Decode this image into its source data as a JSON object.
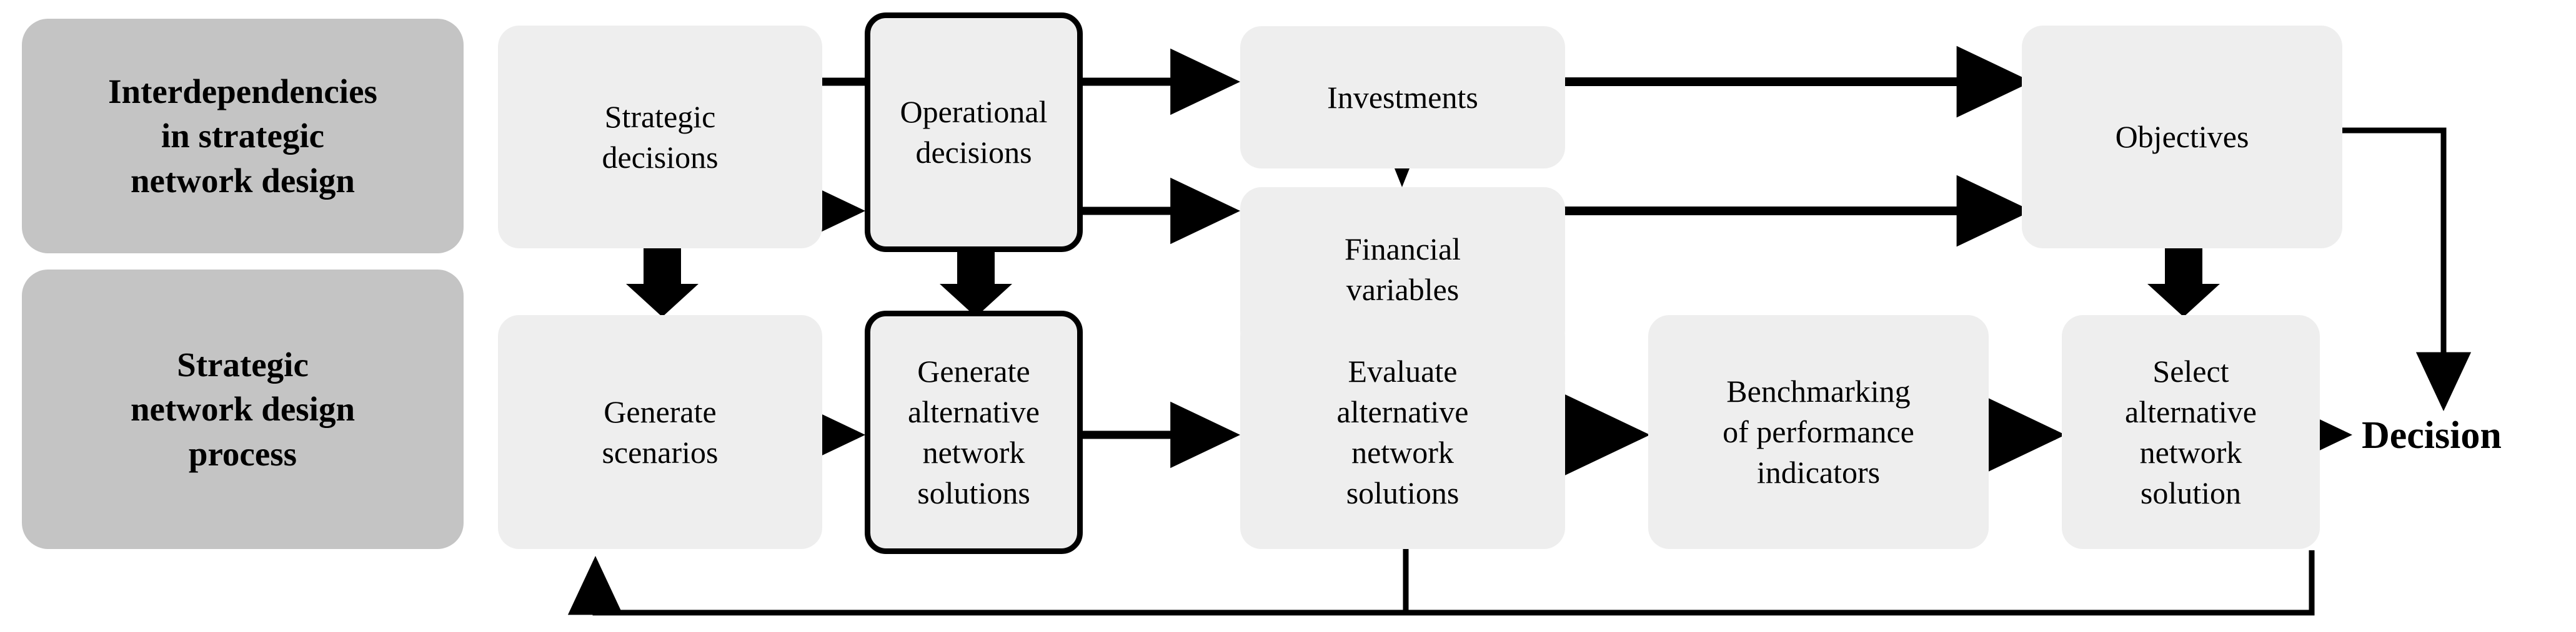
{
  "diagram": {
    "title": "Interdependencies in strategic network design and the strategic network design process",
    "colors": {
      "band_fill": "#c4c4c4",
      "node_fill": "#eeeeee",
      "stroke": "#000000",
      "background": "#ffffff"
    },
    "bands": [
      {
        "id": "band-interdependencies",
        "label": "Interdependencies\nin strategic\nnetwork design"
      },
      {
        "id": "band-process",
        "label": "Strategic\nnetwork design\nprocess"
      }
    ],
    "row_top": [
      {
        "id": "strategic-decisions",
        "label": "Strategic\ndecisions",
        "emphasis": false
      },
      {
        "id": "operational-decisions",
        "label": "Operational\ndecisions",
        "emphasis": true
      },
      {
        "id": "investments",
        "label": "Investments",
        "emphasis": false
      },
      {
        "id": "financial-variables",
        "label": "Financial\nvariables",
        "emphasis": false
      },
      {
        "id": "objectives",
        "label": "Objectives",
        "emphasis": false
      }
    ],
    "row_bottom": [
      {
        "id": "generate-scenarios",
        "label": "Generate\nscenarios",
        "emphasis": false
      },
      {
        "id": "generate-alternatives",
        "label": "Generate\nalternative\nnetwork\nsolutions",
        "emphasis": true
      },
      {
        "id": "evaluate-alternatives",
        "label": "Evaluate\nalternative\nnetwork\nsolutions",
        "emphasis": false
      },
      {
        "id": "benchmarking",
        "label": "Benchmarking\nof performance\nindicators",
        "emphasis": false
      },
      {
        "id": "select-alternative",
        "label": "Select\nalternative\nnetwork\nsolution",
        "emphasis": false
      }
    ],
    "terminal": {
      "id": "decision",
      "label": "Decision"
    },
    "edges": [
      {
        "from": "strategic-decisions",
        "to": "operational-decisions",
        "style": "line-top"
      },
      {
        "from": "strategic-decisions",
        "to": "operational-decisions",
        "style": "arrow"
      },
      {
        "from": "operational-decisions",
        "to": "investments",
        "style": "arrow"
      },
      {
        "from": "operational-decisions",
        "to": "financial-variables",
        "style": "arrow"
      },
      {
        "from": "investments",
        "to": "financial-variables",
        "style": "arrow-down-small"
      },
      {
        "from": "investments",
        "to": "objectives",
        "style": "arrow"
      },
      {
        "from": "financial-variables",
        "to": "objectives",
        "style": "arrow"
      },
      {
        "from": "objectives",
        "to": "decision",
        "style": "elbow-arrow-down"
      },
      {
        "from": "strategic-decisions",
        "to": "generate-scenarios",
        "style": "block-arrow-down"
      },
      {
        "from": "operational-decisions",
        "to": "generate-alternatives",
        "style": "block-arrow-down"
      },
      {
        "from": "financial-variables",
        "to": "evaluate-alternatives",
        "style": "block-arrow-down"
      },
      {
        "from": "objectives",
        "to": "select-alternative",
        "style": "block-arrow-down"
      },
      {
        "from": "generate-scenarios",
        "to": "generate-alternatives",
        "style": "arrow"
      },
      {
        "from": "generate-alternatives",
        "to": "evaluate-alternatives",
        "style": "arrow"
      },
      {
        "from": "evaluate-alternatives",
        "to": "benchmarking",
        "style": "arrow"
      },
      {
        "from": "benchmarking",
        "to": "select-alternative",
        "style": "arrow"
      },
      {
        "from": "select-alternative",
        "to": "decision",
        "style": "arrow"
      },
      {
        "from": "select-alternative",
        "to": "generate-scenarios",
        "style": "feedback-loop"
      },
      {
        "from": "evaluate-alternatives",
        "to": "generate-scenarios",
        "style": "feedback-branch"
      }
    ]
  }
}
